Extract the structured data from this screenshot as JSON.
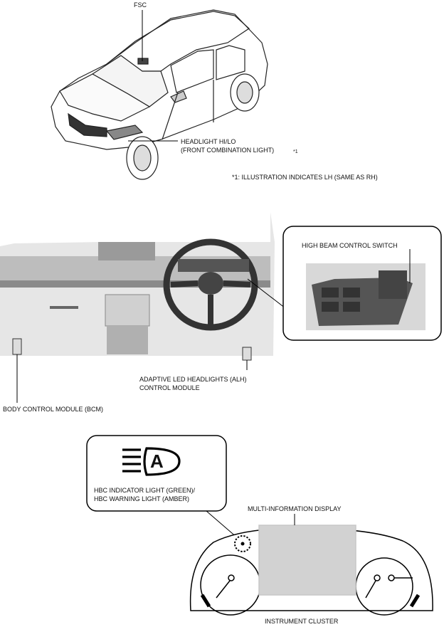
{
  "car": {
    "fsc_label": "FSC",
    "headlight_label_1": "HEADLIGHT HI/LO",
    "headlight_label_2": "(FRONT COMBINATION LIGHT)",
    "note_marker": "*1",
    "note_text": "*1: ILLUSTRATION INDICATES LH (SAME AS RH)"
  },
  "dashboard": {
    "hbc_switch_label": "HIGH BEAM CONTROL SWITCH",
    "alh_label_1": "ADAPTIVE LED HEADLIGHTS (ALH)",
    "alh_label_2": "CONTROL MODULE",
    "bcm_label": "BODY CONTROL MODULE (BCM)"
  },
  "cluster": {
    "indicator_label_1": "HBC INDICATOR LIGHT (GREEN)/",
    "indicator_label_2": "HBC WARNING LIGHT (AMBER)",
    "indicator_symbol": "A",
    "mid_label": "MULTI-INFORMATION DISPLAY",
    "cluster_label": "INSTRUMENT CLUSTER"
  }
}
